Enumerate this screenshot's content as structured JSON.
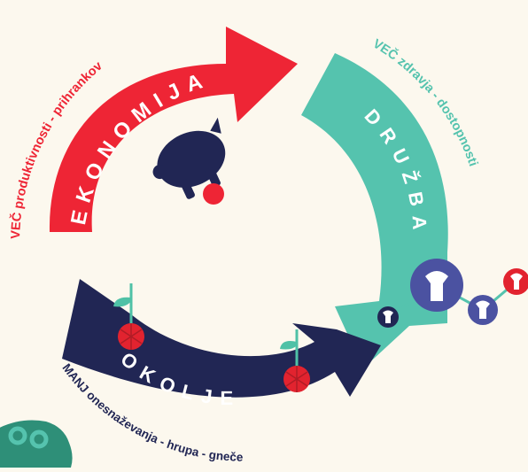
{
  "colors": {
    "background": "#FCF8EE",
    "economy": "#EE2535",
    "society": "#55C3AE",
    "environment": "#212654",
    "molecule_ring": "#4B52A1",
    "molecule_core": "#FFFFFF",
    "apple_red": "#E2232F",
    "stem_green": "#4FC1A6",
    "corner_green": "#2E8F78"
  },
  "segments": {
    "economy": {
      "label": "EKONOMIJA",
      "caption": "VEČ produktivnosti - prihrankov",
      "icon": "piggy-bank-icon"
    },
    "society": {
      "label": "DRUŽBA",
      "caption": "VEČ zdravja - dostopnosti",
      "icon": "molecule-icon"
    },
    "environment": {
      "label": "OKOLJE",
      "caption": "MANJ onesnaževanja - hrupa - gneče",
      "icon": "apple-tree-icon"
    }
  }
}
